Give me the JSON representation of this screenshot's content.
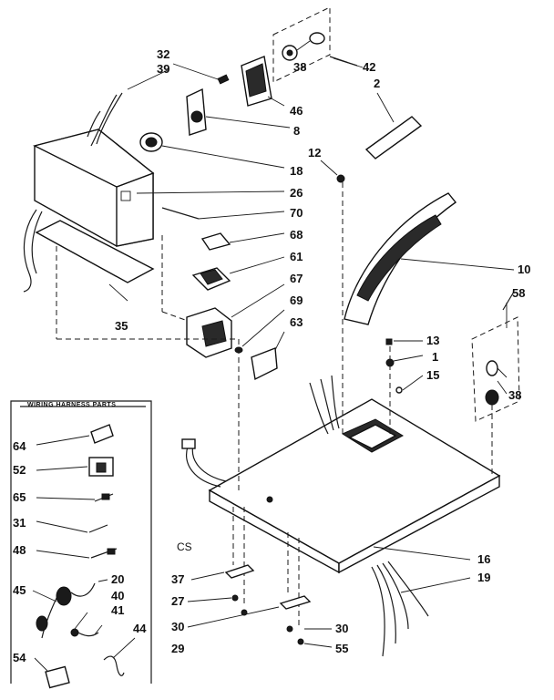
{
  "harness_box": {
    "title": "WIRING HARNESS PARTS"
  },
  "corner_mark": "CS",
  "labels": {
    "p32": "32",
    "p39": "39",
    "p38a": "38",
    "p42": "42",
    "p2": "2",
    "p46": "46",
    "p8": "8",
    "p12": "12",
    "p18": "18",
    "p26": "26",
    "p70": "70",
    "p68": "68",
    "p61": "61",
    "p67": "67",
    "p69": "69",
    "p63": "63",
    "p10": "10",
    "p58": "58",
    "p13": "13",
    "p1": "1",
    "p15": "15",
    "p38b": "38",
    "p35": "35",
    "p64": "64",
    "p52": "52",
    "p65": "65",
    "p31": "31",
    "p48": "48",
    "p45": "45",
    "p20": "20",
    "p40": "40",
    "p41": "41",
    "p44": "44",
    "p54": "54",
    "p37": "37",
    "p27": "27",
    "p30a": "30",
    "p29": "29",
    "p30b": "30",
    "p55": "55",
    "p16": "16",
    "p19": "19"
  }
}
